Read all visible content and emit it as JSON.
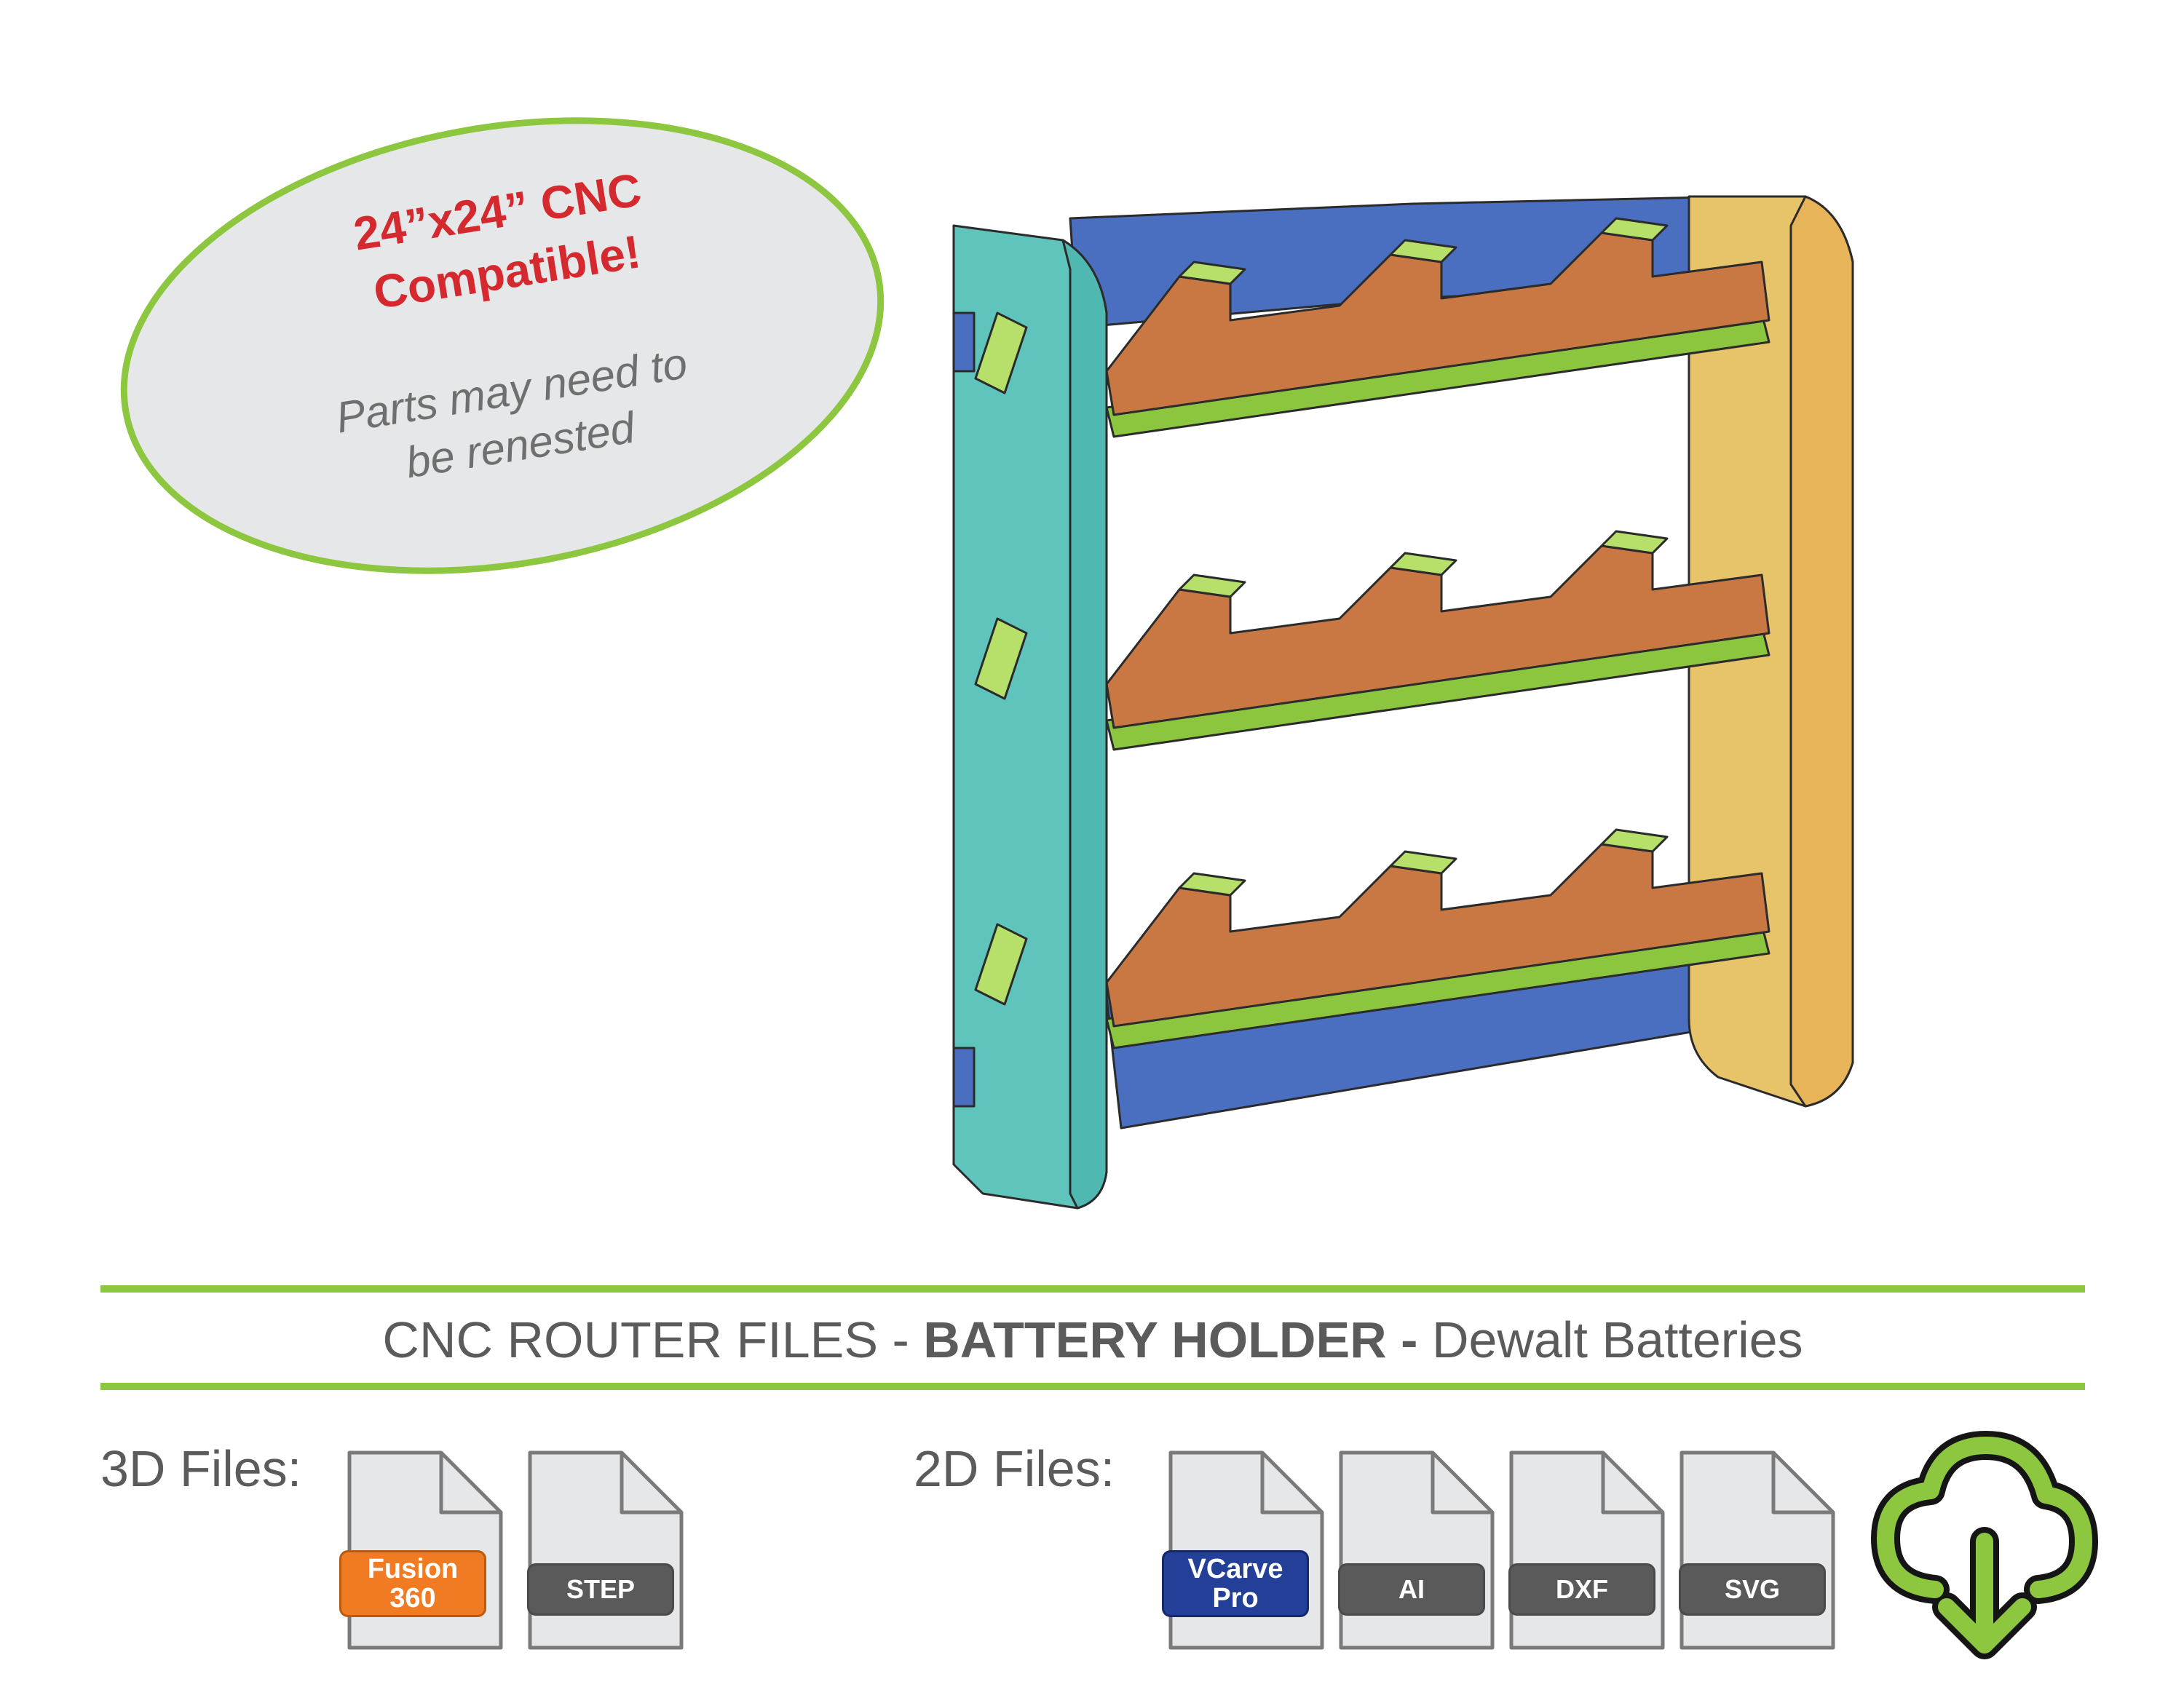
{
  "callout": {
    "headline_line1": "24”x24” CNC",
    "headline_line2": "Compatible!",
    "note_line1": "Parts may need to",
    "note_line2": "be renested"
  },
  "title": {
    "prefix": "CNC ROUTER FILES - ",
    "product": "BATTERY HOLDER",
    "separator": " - ",
    "suffix": "Dewalt Batteries"
  },
  "files_3d": {
    "label": "3D Files:",
    "items": [
      {
        "line1": "Fusion",
        "line2": "360",
        "color": "#f07b22"
      },
      {
        "line1": "STEP",
        "color": "#5a5a5a"
      }
    ]
  },
  "files_2d": {
    "label": "2D Files:",
    "items": [
      {
        "line1": "VCarve",
        "line2": "Pro",
        "color": "#243f98"
      },
      {
        "line1": "AI",
        "color": "#5a5a5a"
      },
      {
        "line1": "DXF",
        "color": "#5a5a5a"
      },
      {
        "line1": "SVG",
        "color": "#5a5a5a"
      }
    ]
  },
  "icons": {
    "download": "cloud-download-icon",
    "file": "file-icon"
  },
  "colors": {
    "accent_green": "#8dc63f",
    "callout_red": "#d42a2f",
    "text_grey": "#5b5b5b",
    "bubble_fill": "#e6e7e8",
    "side_teal": "#5ec4bc",
    "side_yellow": "#e7c46a",
    "back_blue": "#4a6fc0",
    "shelf_brown": "#c97844",
    "shelf_green": "#8cc63f"
  }
}
